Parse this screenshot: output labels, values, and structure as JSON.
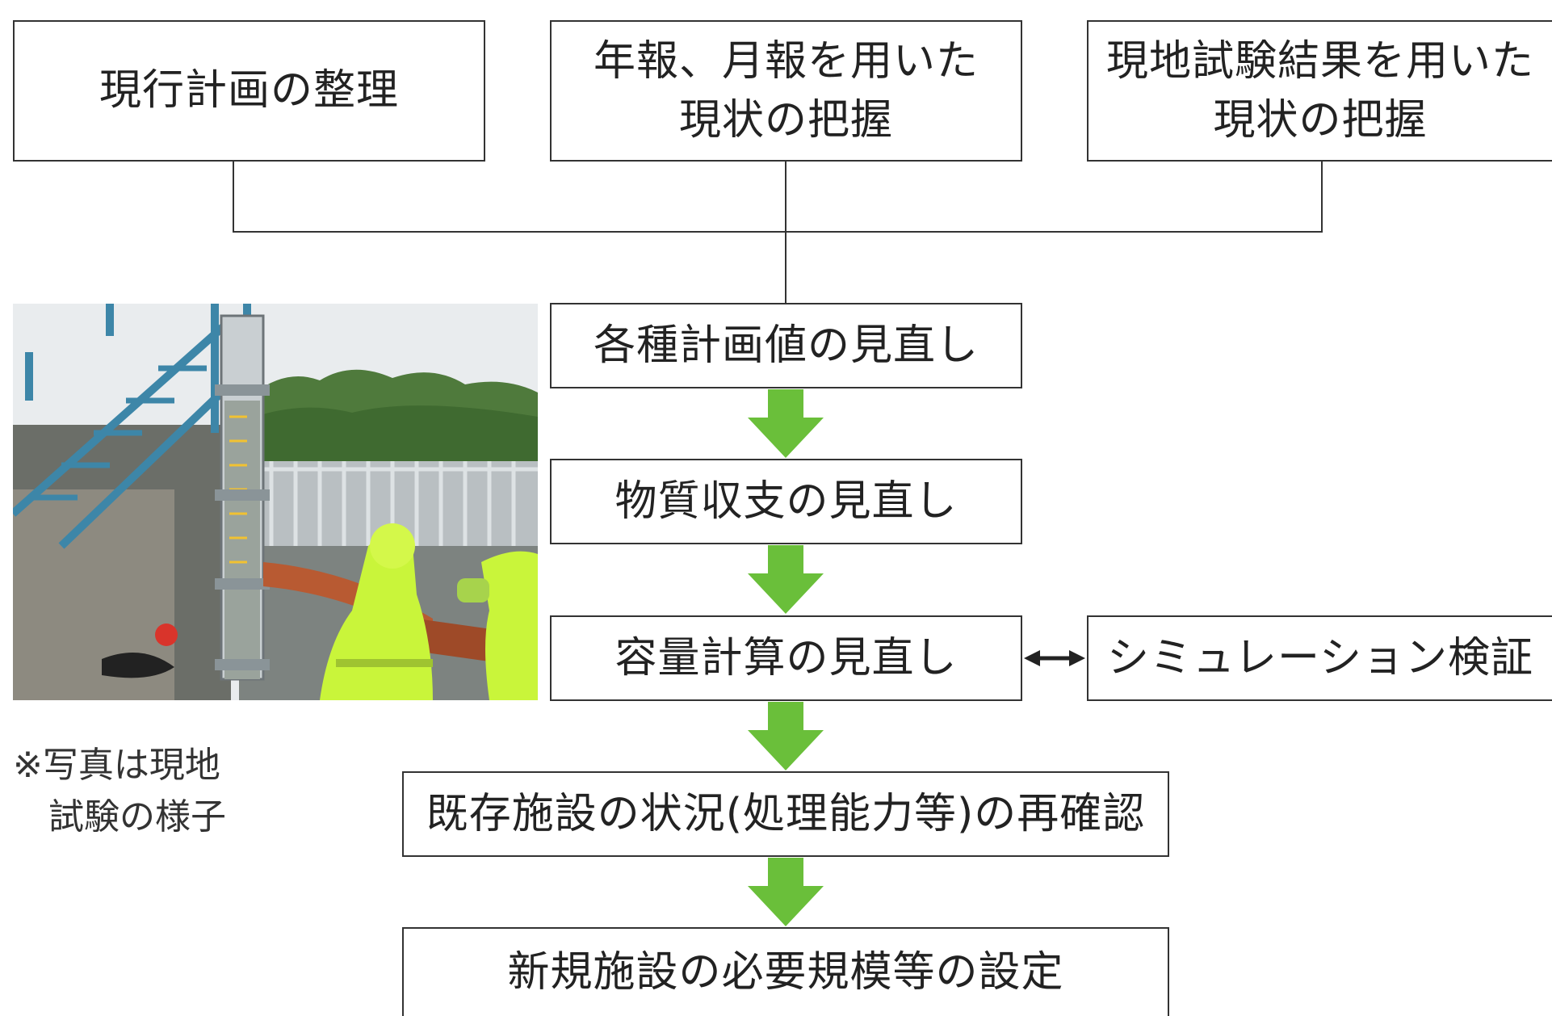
{
  "colors": {
    "arrow": "#6abf3a",
    "border": "#333333",
    "text": "#222222"
  },
  "nodes": {
    "current_plan": "現行計画の整理",
    "annual_report_line1": "年報、月報を用いた",
    "annual_report_line2": "現状の把握",
    "field_test_line1": "現地試験結果を用いた",
    "field_test_line2": "現状の把握",
    "plan_values": "各種計画値の見直し",
    "material_balance": "物質収支の見直し",
    "capacity_calc": "容量計算の見直し",
    "simulation": "シミュレーション検証",
    "existing_facilities": "既存施設の状況(処理能力等)の再確認",
    "new_facilities": "新規施設の必要規模等の設定"
  },
  "photo": {
    "note_line1": "※写真は現地",
    "note_line2": "試験の様子"
  }
}
